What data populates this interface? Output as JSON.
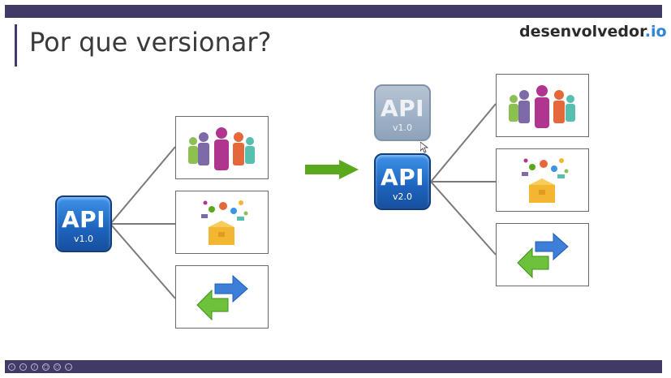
{
  "slide": {
    "title": "Por que versionar?",
    "brand_name": "desenvolvedor",
    "brand_tld": ".io"
  },
  "left_api": {
    "label": "API",
    "version": "v1.0"
  },
  "right_api_old": {
    "label": "API",
    "version": "v1.0"
  },
  "right_api_new": {
    "label": "API",
    "version": "v2.0"
  },
  "consumers": [
    "people-icon",
    "toolbox-icon",
    "exchange-arrows-icon"
  ],
  "colors": {
    "bar": "#3f3b66",
    "api_blue": "#1d63bd",
    "api_gray": "#9db0c5",
    "arrow_green": "#5aa81e",
    "brand_tld": "#2f86d6"
  },
  "controls": [
    "prev-icon",
    "next-icon",
    "pen-icon",
    "slides-icon",
    "zoom-icon",
    "more-icon"
  ]
}
